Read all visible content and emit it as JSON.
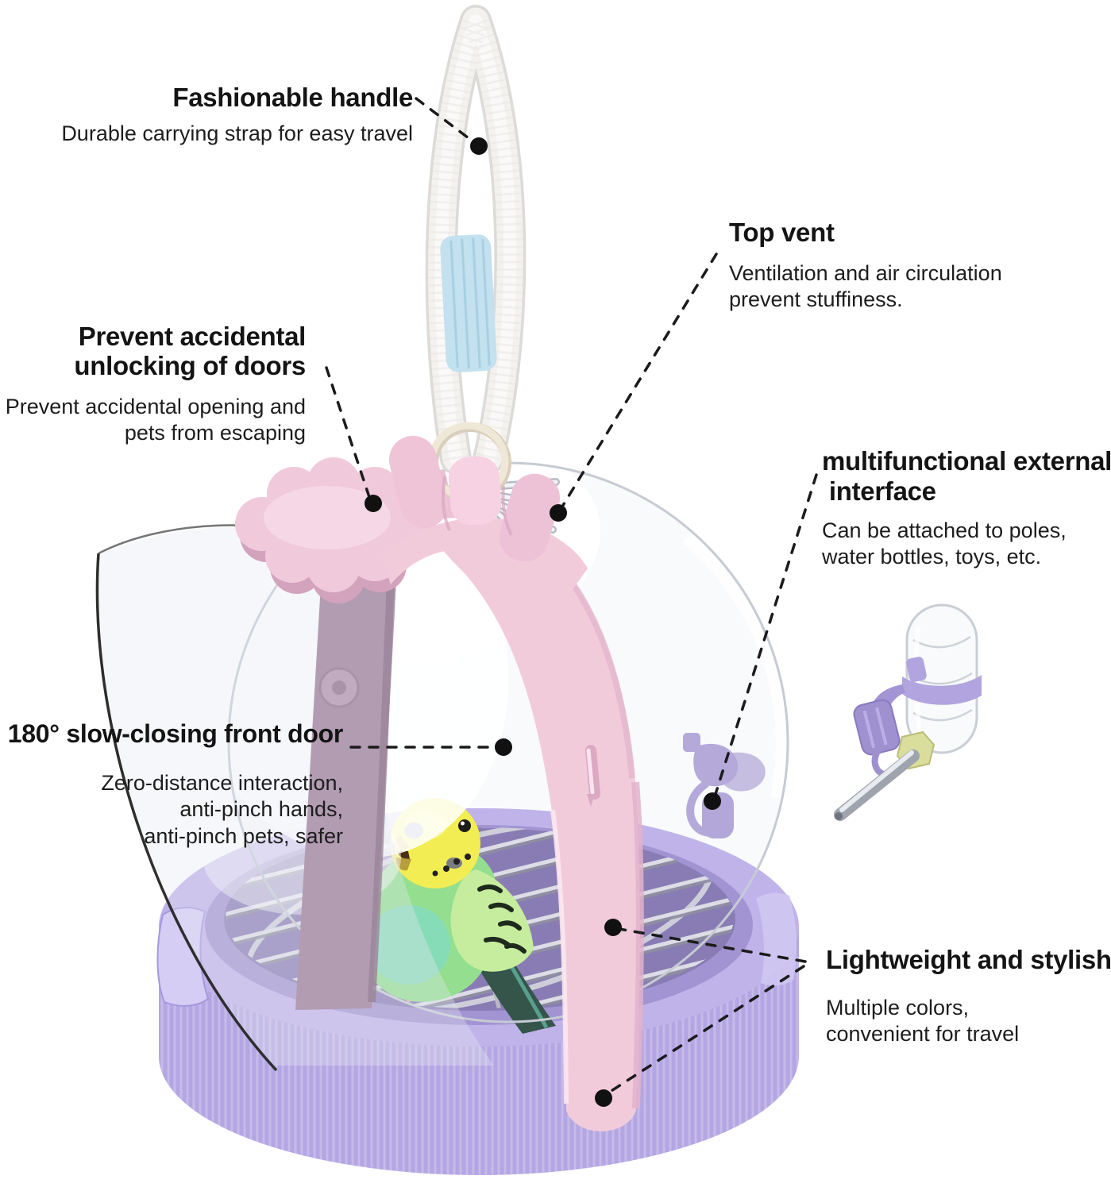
{
  "callouts": {
    "handle": {
      "title": "Fashionable handle",
      "description": "Durable carrying strap for easy travel"
    },
    "top_vent": {
      "title": "Top vent",
      "description": "Ventilation and air circulation\nprevent stuffiness."
    },
    "door_lock": {
      "title": "Prevent accidental\nunlocking of doors",
      "description": "Prevent accidental opening and\npets from escaping"
    },
    "external_interface": {
      "title": "multifunctional external\n interface",
      "description": "Can be attached to poles,\nwater bottles, toys, etc."
    },
    "front_door": {
      "title": "180° slow-closing front door",
      "description": "Zero-distance interaction,\nanti-pinch hands,\nanti-pinch pets, safer"
    },
    "lightweight": {
      "title": "Lightweight and stylish",
      "description": "Multiple colors,\nconvenient for travel"
    }
  },
  "product": {
    "colors": {
      "strap_pink": "#F2CBDA",
      "base_lavender": "#B4A6E3",
      "hinge_mauve": "#B29CB2",
      "sleeve_blue": "#C3E1EF",
      "clip_purple": "#B0A3D8",
      "dome_outline": "#C6CBD3",
      "bird_yellow": "#F1ED52",
      "bird_green": "#93DF8F",
      "callout_black": "#1B1B1B"
    }
  }
}
